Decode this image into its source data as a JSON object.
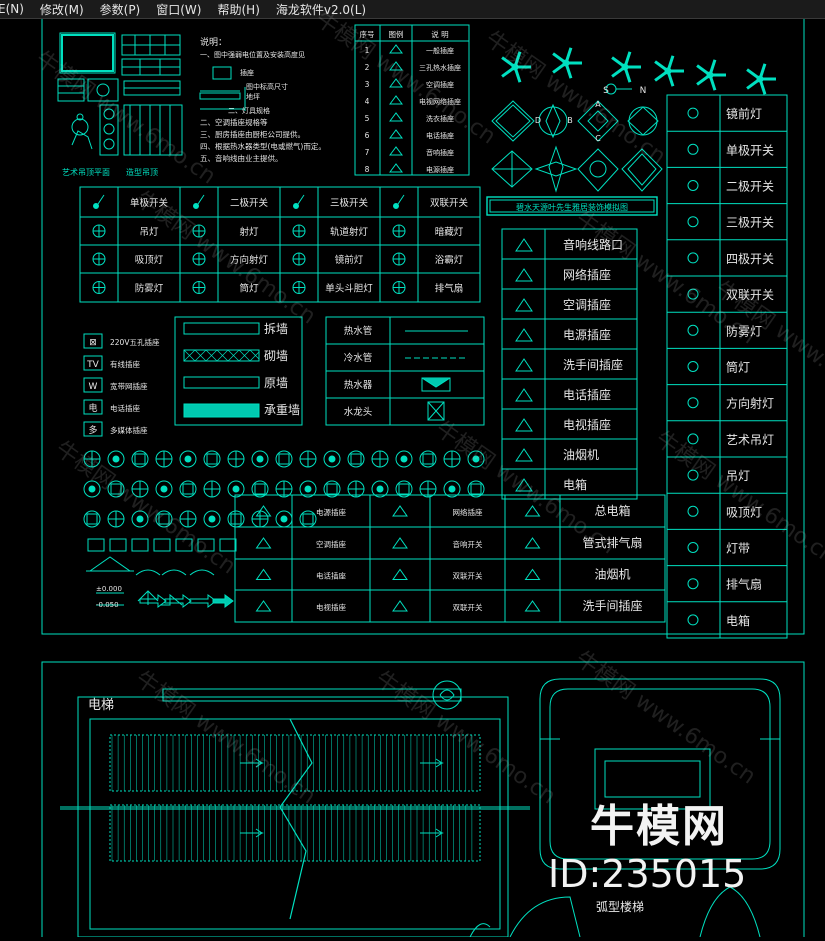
{
  "menubar": {
    "items": [
      "E(N)",
      "修改(M)",
      "参数(P)",
      "窗口(W)",
      "帮助(H)",
      "海龙软件v2.0(L)"
    ]
  },
  "notes": {
    "title": "说明：",
    "line1": "一、图中强弱电位置及安装高度见",
    "l_a": "插座",
    "l_b": "图中标高尺寸",
    "l_c": "地坪",
    "l_d": "二、灯具规格",
    "line2": "二、空调插座规格等",
    "line3": "三、厨房插座由厨柜公司提供。",
    "line4": "四、根据热水器类型(电或燃气)而定。",
    "line5": "五、音响线由业主提供。"
  },
  "plan_labels": {
    "art_ceiling": "艺术吊顶平面",
    "section": "造型吊顶"
  },
  "legend_table": {
    "headers": [
      "序号",
      "图例",
      "说 明"
    ],
    "rows": [
      [
        "1",
        "一般插座"
      ],
      [
        "2",
        "三孔热水插座"
      ],
      [
        "3",
        "空调插座"
      ],
      [
        "4",
        "电视网络插座"
      ],
      [
        "5",
        "洗衣插座"
      ],
      [
        "6",
        "电话插座"
      ],
      [
        "7",
        "音响插座"
      ],
      [
        "8",
        "电源插座"
      ]
    ]
  },
  "banner": "碧水天源叶先生雅居装饰模拟图",
  "switch_table": [
    [
      "单极开关",
      "二极开关",
      "三极开关",
      "双联开关"
    ],
    [
      "吊灯",
      "射灯",
      "轨道射灯",
      "暗藏灯"
    ],
    [
      "吸顶灯",
      "方向射灯",
      "镜前灯",
      "浴霸灯"
    ],
    [
      "防雾灯",
      "筒灯",
      "单头斗胆灯",
      "排气扇"
    ]
  ],
  "socket_list": [
    {
      "icon": "⊠",
      "label": "220V五孔插座"
    },
    {
      "icon": "TV",
      "label": "有线插座"
    },
    {
      "icon": "W",
      "label": "宽带网插座"
    },
    {
      "icon": "电",
      "label": "电话插座"
    },
    {
      "icon": "多",
      "label": "多媒体插座"
    }
  ],
  "wall_legend": [
    "拆墙",
    "砌墙",
    "原墙",
    "承重墙"
  ],
  "pipe_legend": [
    "热水管",
    "冷水管",
    "热水器",
    "水龙头"
  ],
  "mid_legend": [
    "音响线路口",
    "网络插座",
    "空调插座",
    "电源插座",
    "洗手间插座",
    "电话插座",
    "电视插座",
    "油烟机",
    "电箱"
  ],
  "right_legend": [
    "镜前灯",
    "单极开关",
    "二极开关",
    "三极开关",
    "四极开关",
    "双联开关",
    "防雾灯",
    "筒灯",
    "方向射灯",
    "艺术吊灯",
    "吊灯",
    "吸顶灯",
    "灯带",
    "排气扇",
    "电箱"
  ],
  "bottom_table": [
    [
      "电源插座",
      "网络插座",
      "总电箱"
    ],
    [
      "空调插座",
      "音响开关",
      "管式排气扇"
    ],
    [
      "电话插座",
      "双联开关",
      "油烟机"
    ],
    [
      "电视插座",
      "双联开关",
      "洗手间插座"
    ]
  ],
  "elevation_marks": [
    "±0.000",
    "-0.050"
  ],
  "compass_labels": [
    "S",
    "N",
    "D",
    "B",
    "A",
    "C"
  ],
  "drawing_labels": {
    "elevator": "电梯",
    "stair": "弧型楼梯"
  },
  "watermark": {
    "brand": "牛模网",
    "id": "ID:235015",
    "text": "牛模网 www.6mo.cn"
  },
  "colors": {
    "cad_line": "#00e0c0",
    "cad_text": "#e6e6e6",
    "background": "#000000"
  }
}
